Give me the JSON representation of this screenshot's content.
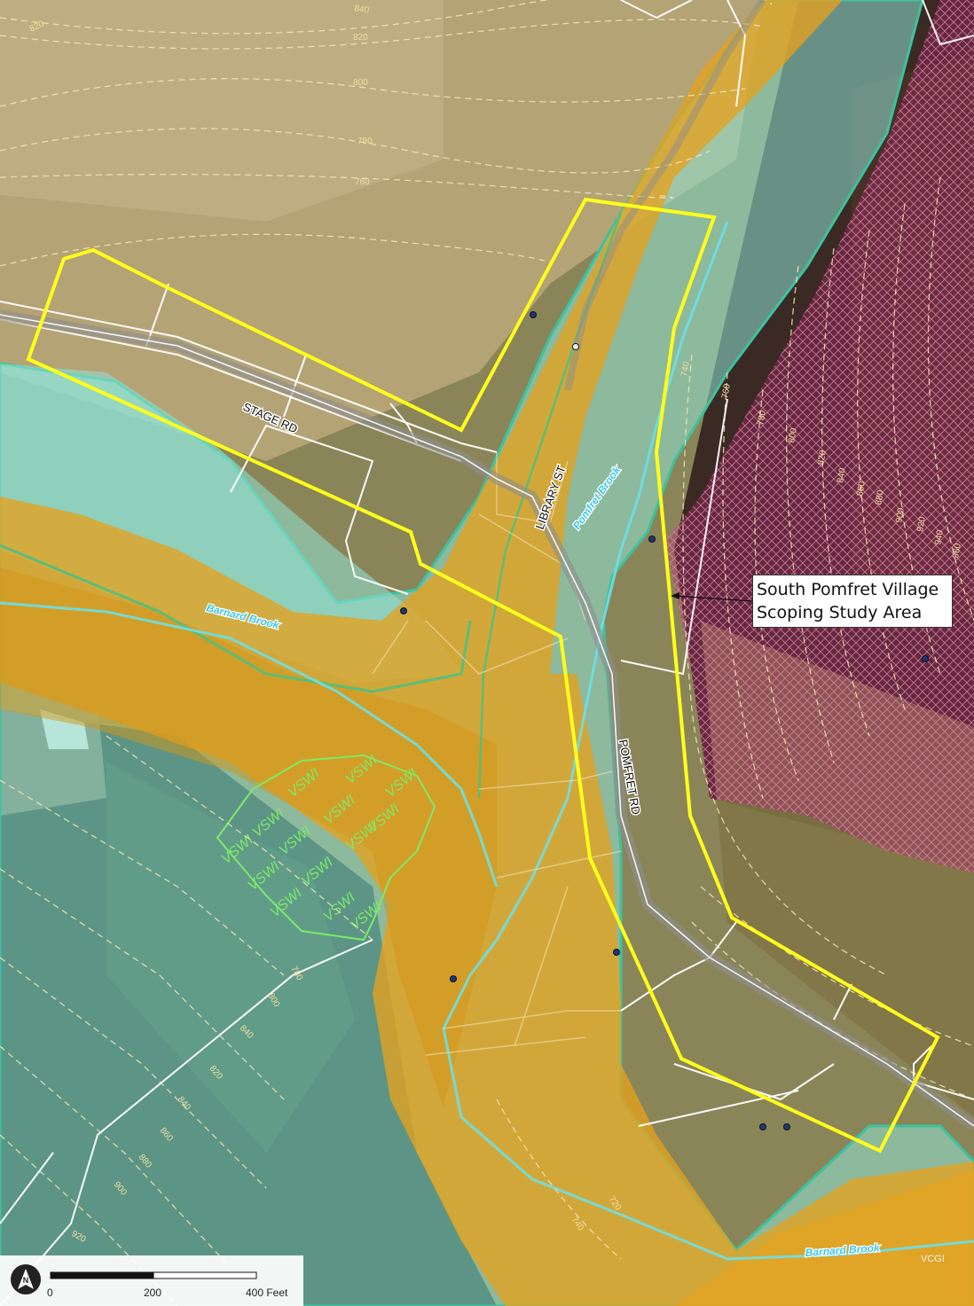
{
  "callout": {
    "line1": "South Pomfret Village",
    "line2": "Scoping Study Area"
  },
  "roads": {
    "stage": "STAGE RD",
    "library": "LIBRARY ST",
    "pomfret": "POMFRET RD"
  },
  "streams": {
    "pomfret_brook": "Pomfret Brook",
    "barnard_brook_1": "Barnard Brook",
    "barnard_brook_2": "Barnard Brook"
  },
  "contours": {
    "c1": "840",
    "c2": "820",
    "c3": "820",
    "c4": "800",
    "c5": "780",
    "c6": "760",
    "c7": "740",
    "c8": "760",
    "c9": "780",
    "c10": "800",
    "c11": "820",
    "c12": "840",
    "c13": "860",
    "c14": "880",
    "c15": "900",
    "c16": "920",
    "c17": "940",
    "c18": "960",
    "c19": "780",
    "c20": "800",
    "c21": "840",
    "c22": "820",
    "c23": "840",
    "c24": "860",
    "c25": "880",
    "c26": "900",
    "c27": "920",
    "c28": "720",
    "c29": "740"
  },
  "wetland_label": "VSWI",
  "scale": {
    "l0": "0",
    "l1": "200",
    "l2": "400 Feet"
  },
  "credit": "VCGI",
  "north": "N",
  "colors": {
    "floodplain": "#e6a21e",
    "river_corridor": "#8fe3d6",
    "study_area": "#ffff1a",
    "steep_slope": "#c0306e",
    "wetland": "#7dea6a",
    "contour": "#f2e6b8",
    "parcel": "#ffffff"
  }
}
